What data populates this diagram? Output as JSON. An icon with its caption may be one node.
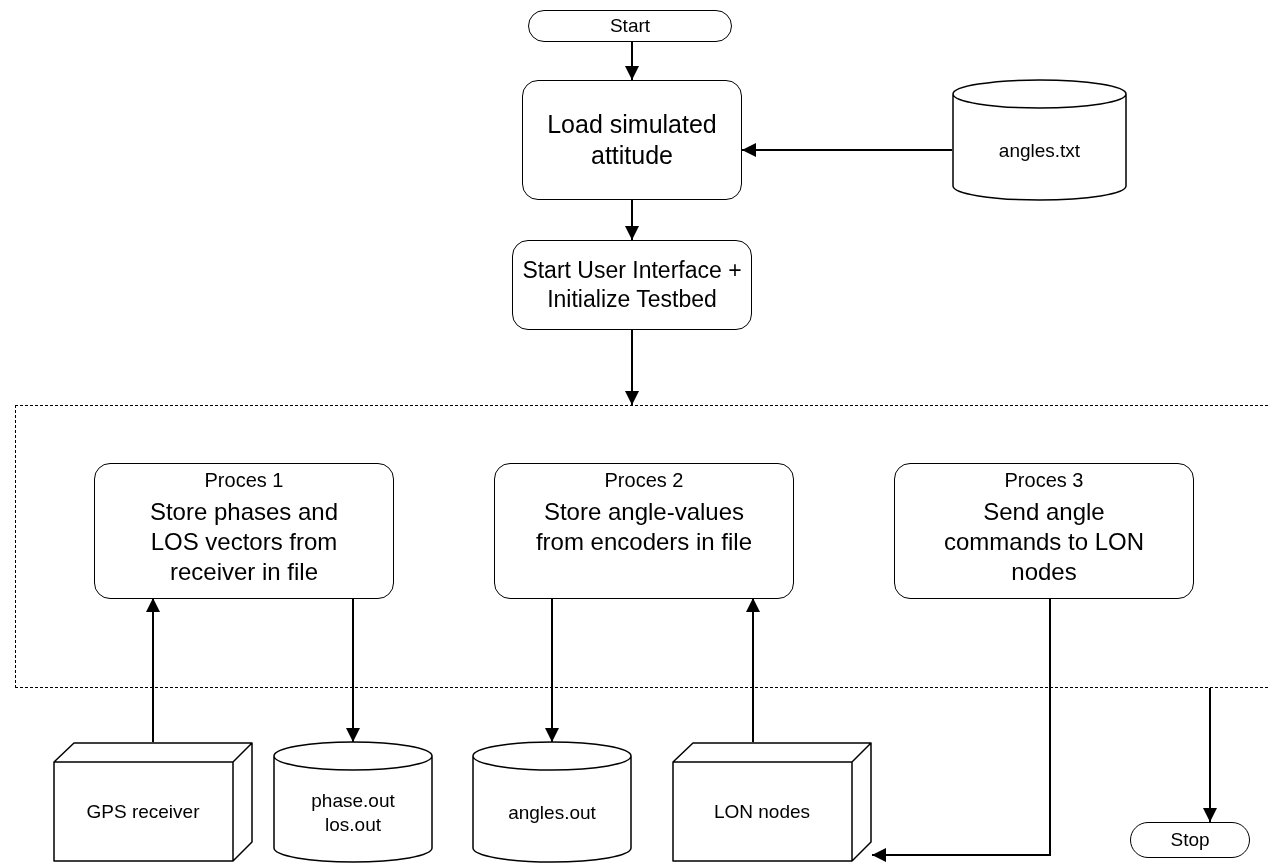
{
  "diagram": {
    "nodes": [
      {
        "text": [
          "Start"
        ]
      },
      {
        "text": [
          "Load simulated attitude"
        ]
      },
      {
        "text": [
          "angles.txt"
        ]
      },
      {
        "text": [
          "Start User Interface + Initialize Testbed"
        ]
      },
      {
        "text": [],
        "shape": "box"
      },
      {
        "text": [
          "Proces 1",
          "Store phases and LOS vectors from receiver in file"
        ],
        "in": 4
      },
      {
        "text": [
          "Proces 2",
          "Store angle-values from encoders in file"
        ],
        "in": 4
      },
      {
        "text": [
          "Proces 3",
          "Send angle commands to LON nodes"
        ],
        "in": 4
      },
      {
        "text": [
          "GPS receiver"
        ]
      },
      {
        "text": [
          "phase.out los.out"
        ]
      },
      {
        "text": [
          "angles.out"
        ]
      },
      {
        "text": [
          "LON nodes"
        ]
      },
      {
        "text": [
          "Stop"
        ]
      }
    ],
    "edges": [
      {
        "from": 0,
        "to": 1,
        "arrow": "to"
      },
      {
        "from": 2,
        "to": 1,
        "arrow": "to"
      },
      {
        "from": 1,
        "to": 3,
        "arrow": "to"
      },
      {
        "from": 3,
        "to": 4,
        "arrow": "to"
      },
      {
        "from": 8,
        "to": 5,
        "arrow": "to"
      },
      {
        "from": 5,
        "to": 9,
        "arrow": "to"
      },
      {
        "from": 6,
        "to": 10,
        "arrow": "to"
      },
      {
        "from": 11,
        "to": 6,
        "arrow": "to"
      },
      {
        "from": 7,
        "to": 11,
        "arrow": "to"
      },
      {
        "from": 4,
        "to": 12,
        "arrow": "to"
      }
    ]
  }
}
